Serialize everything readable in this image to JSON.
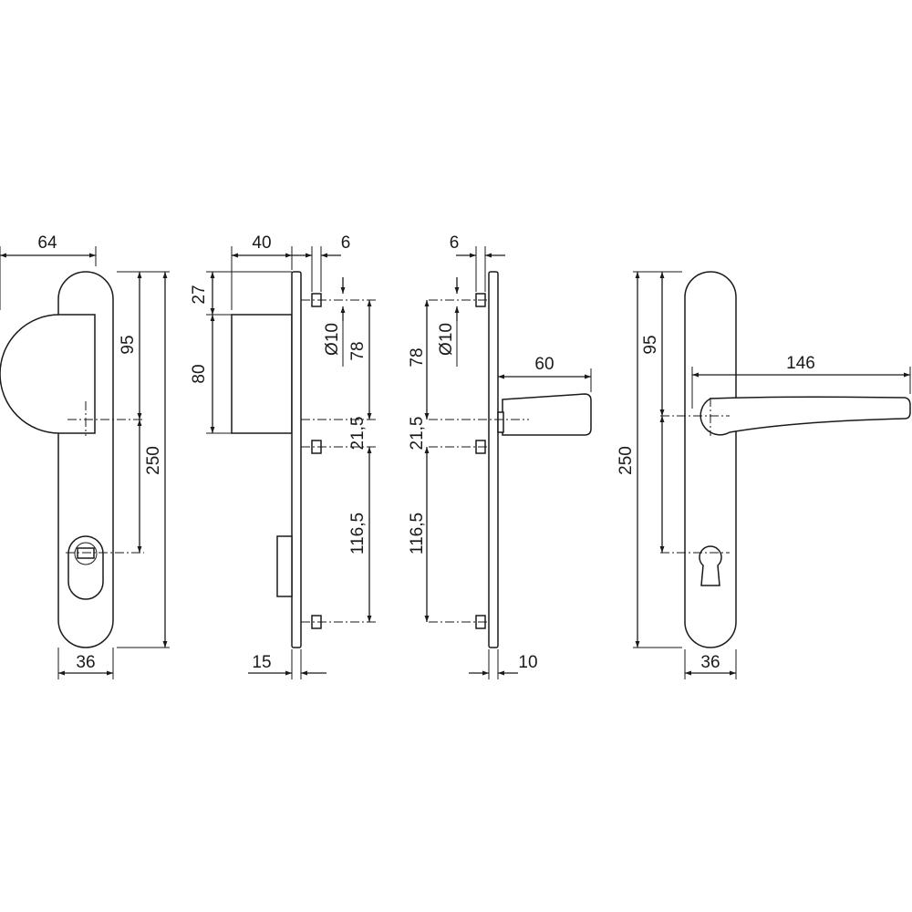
{
  "front_view_knob": {
    "width_64": "64",
    "height_95": "95",
    "height_250": "250",
    "width_36": "36"
  },
  "side_view_knob": {
    "depth_40": "40",
    "thickness_6": "6",
    "offset_27": "27",
    "height_80": "80",
    "diameter_10": "Ø10",
    "spacing_78": "78",
    "spacing_21_5": "21,5",
    "spacing_116_5": "116,5",
    "thickness_15": "15"
  },
  "side_view_lever": {
    "thickness_6": "6",
    "diameter_10": "Ø10",
    "spacing_78": "78",
    "spacing_21_5": "21,5",
    "spacing_116_5": "116,5",
    "depth_60": "60",
    "thickness_10": "10"
  },
  "front_view_lever": {
    "height_95": "95",
    "length_146": "146",
    "height_250": "250",
    "width_36": "36"
  }
}
